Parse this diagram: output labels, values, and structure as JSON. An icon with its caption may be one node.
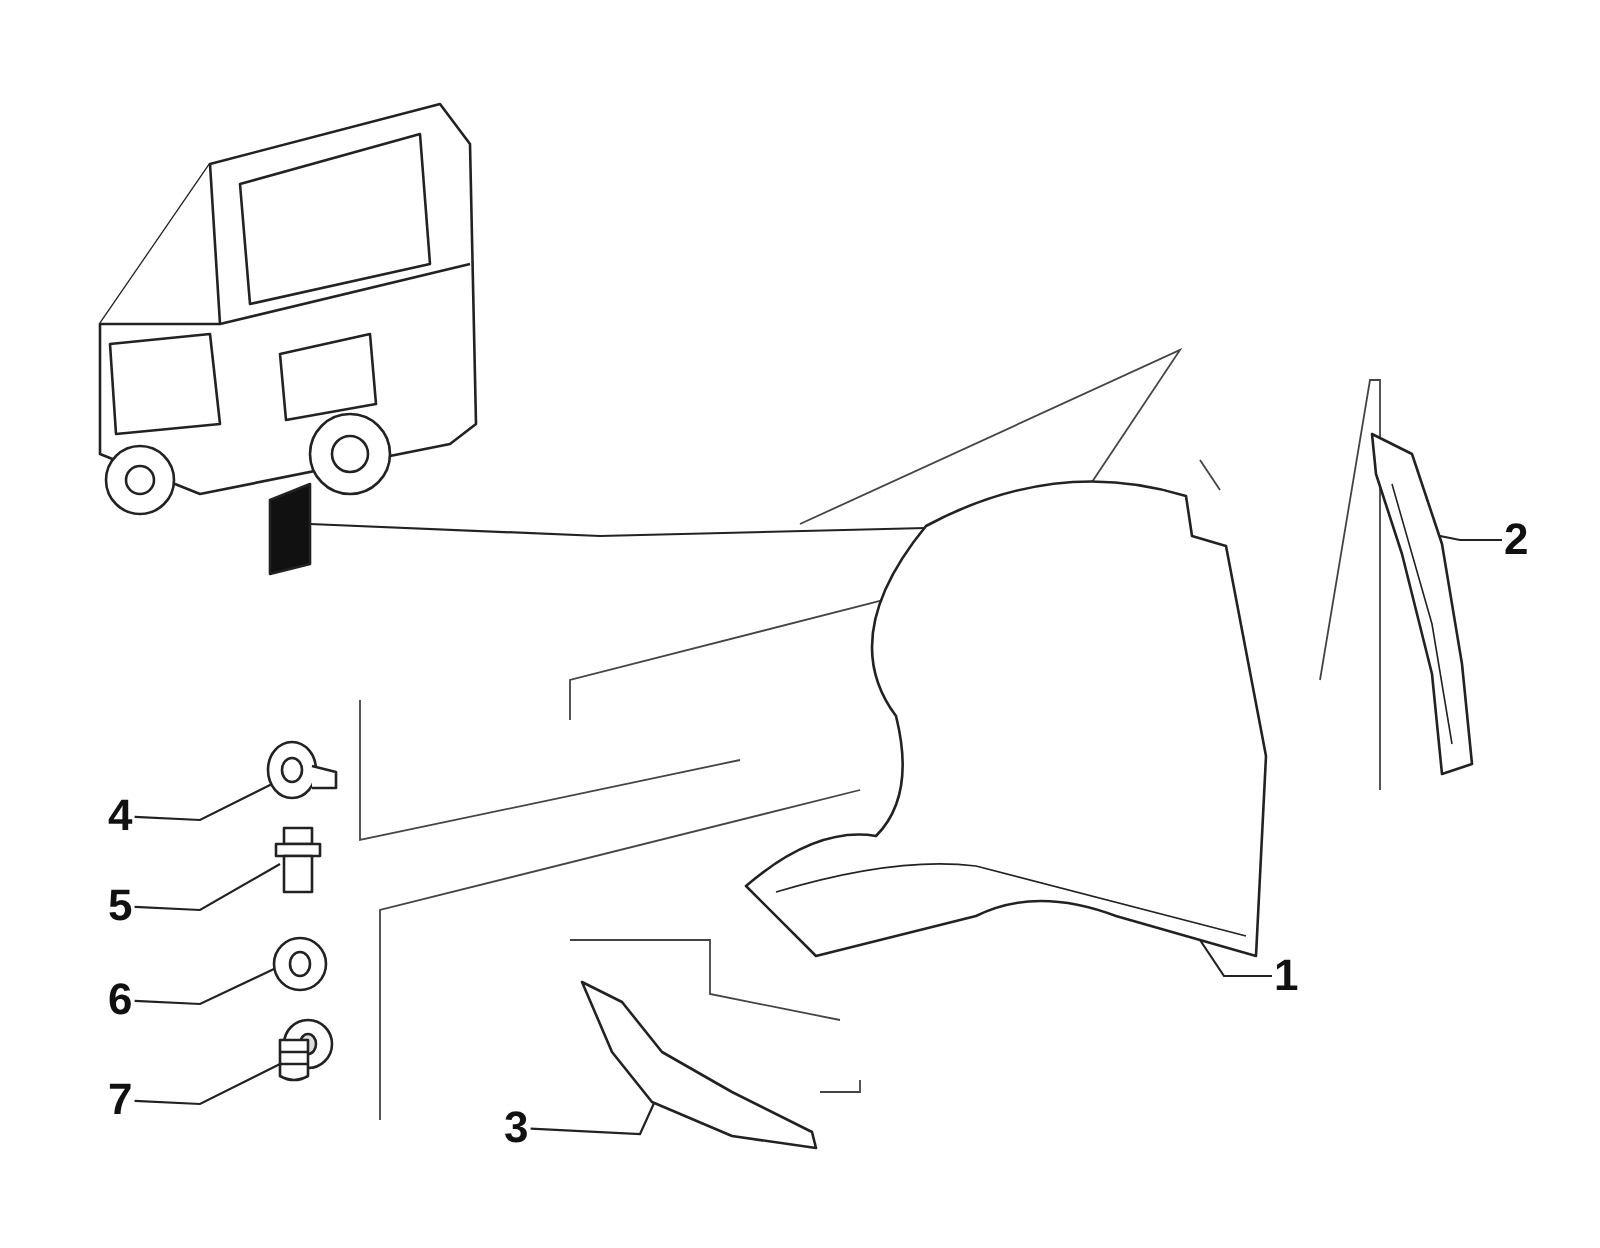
{
  "diagram": {
    "nodes": [
      {
        "text": [
          "2"
        ]
      },
      {
        "text": [
          "4"
        ]
      },
      {
        "text": [
          "5"
        ]
      },
      {
        "text": [
          "6"
        ]
      },
      {
        "text": [
          "7"
        ]
      },
      {
        "text": [
          "1"
        ]
      },
      {
        "text": [
          "3"
        ]
      },
      {
        "text": [],
        "shape": "picture"
      },
      {
        "text": [],
        "shape": "picture"
      },
      {
        "text": [],
        "shape": "picture"
      },
      {
        "text": [],
        "shape": "picture"
      },
      {
        "text": [],
        "shape": "picture"
      },
      {
        "text": [],
        "shape": "picture"
      },
      {
        "text": [],
        "shape": "picture"
      },
      {
        "text": [],
        "shape": "picture"
      }
    ],
    "edges": [
      {
        "from": 0,
        "to": 9,
        "arrow": "none"
      },
      {
        "from": 1,
        "to": 10,
        "arrow": "none"
      },
      {
        "from": 2,
        "to": 11,
        "arrow": "none"
      },
      {
        "from": 3,
        "to": 12,
        "arrow": "none"
      },
      {
        "from": 4,
        "to": 13,
        "arrow": "none"
      },
      {
        "from": 5,
        "to": 8,
        "arrow": "none"
      },
      {
        "from": 6,
        "to": 14,
        "arrow": "none"
      },
      {
        "from": 7,
        "to": 8,
        "arrow": "none"
      }
    ]
  }
}
